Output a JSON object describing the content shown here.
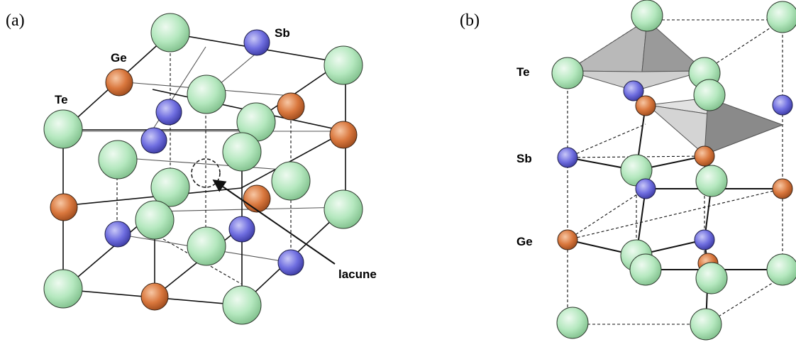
{
  "panels": {
    "a": {
      "label": "(a)",
      "atom_labels": {
        "sb": "Sb",
        "ge": "Ge",
        "te": "Te"
      },
      "vacancy_label": "lacune"
    },
    "b": {
      "label": "(b)",
      "atom_labels": {
        "te": "Te",
        "sb": "Sb",
        "ge": "Ge"
      }
    }
  },
  "colors": {
    "te": "#b5e8bf",
    "ge": "#d9773d",
    "sb": "#6f6ee0",
    "polyhedron_light": "#d6d6d6",
    "polyhedron_dark": "#8e8e8e"
  }
}
